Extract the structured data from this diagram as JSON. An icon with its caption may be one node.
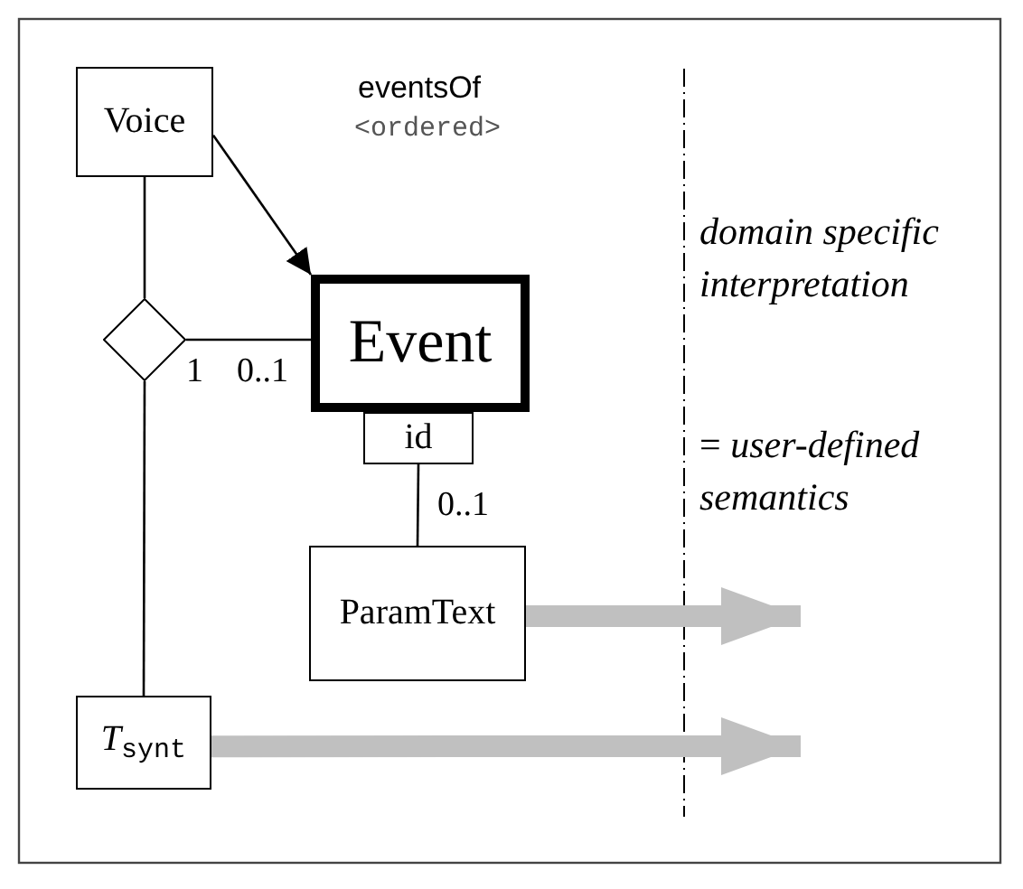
{
  "diagram": {
    "nodes": [
      {
        "text": [
          "Voice"
        ]
      },
      {
        "text": [],
        "shape": "diamond"
      },
      {
        "text": [
          "Event"
        ]
      },
      {
        "text": [
          "id"
        ]
      },
      {
        "text": [
          "ParamText"
        ]
      },
      {
        "text": [
          "*T*$_{synt}$"
        ]
      }
    ],
    "edges": [
      {
        "from": 0,
        "to": 2,
        "arrow": "to",
        "label": "eventsOf"
      },
      {
        "from": 0,
        "to": 1,
        "arrow": "none"
      },
      {
        "from": 1,
        "to": 2,
        "arrow": "none"
      },
      {
        "from": 1,
        "to": 5,
        "arrow": "none"
      },
      {
        "from": 3,
        "to": 4,
        "arrow": "none"
      },
      {
        "from": 4,
        "to": null,
        "arrow": "to",
        "style": "thick",
        "color": "#c0c0c0"
      },
      {
        "from": 5,
        "to": null,
        "arrow": "to",
        "style": "thick",
        "color": "#c0c0c0"
      }
    ],
    "labels": [
      "<ordered>",
      "1",
      "0..1",
      "0..1",
      "domain specific interpretation",
      "= *user-defined semantics*"
    ]
  }
}
